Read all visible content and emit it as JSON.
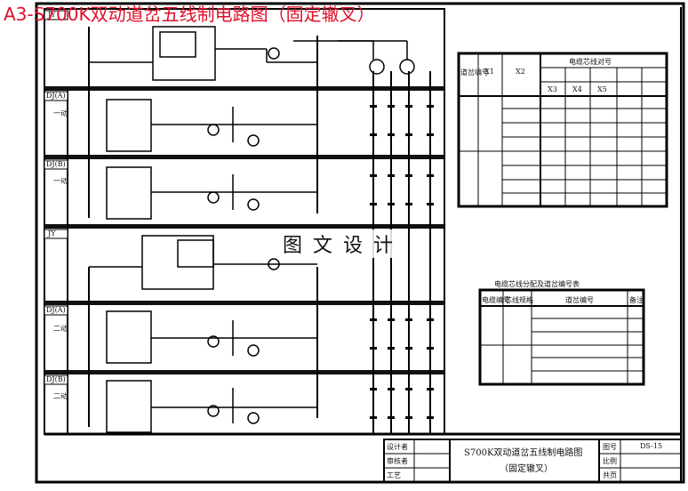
{
  "banner": {
    "title": "A3-S700K双动道岔五线制电路图（固定辙叉）"
  },
  "watermark": {
    "text": "图文设计"
  },
  "title_block": {
    "drawing_title": "S700K双动道岔五线制电路图",
    "drawing_subtitle": "（固定辙叉）",
    "row_designer": "设计者",
    "row_checker": "审核者",
    "row_drawn": "工艺",
    "label_drawing_no": "图号",
    "drawing_no": "DS-15",
    "label_scale": "比例",
    "label_sheet": "共页"
  },
  "sections": [
    {
      "tag": "JY",
      "label": ""
    },
    {
      "tag": "DJ(A)",
      "label": "一动"
    },
    {
      "tag": "DJ(B)",
      "label": "一动"
    },
    {
      "tag": "JY",
      "label": ""
    },
    {
      "tag": "DJ(A)",
      "label": "二动"
    },
    {
      "tag": "DJ(B)",
      "label": "二动"
    }
  ],
  "right_table": {
    "col_headers": [
      "道岔编号",
      "X1",
      "X2",
      "X3",
      "X4",
      "X5"
    ],
    "group_header": "电缆芯线对号"
  },
  "lower_table": {
    "caption": "电缆芯线分配及道岔编号表",
    "col_headers": [
      "电缆编号",
      "芯线规格",
      "道岔编号",
      "备注"
    ]
  }
}
